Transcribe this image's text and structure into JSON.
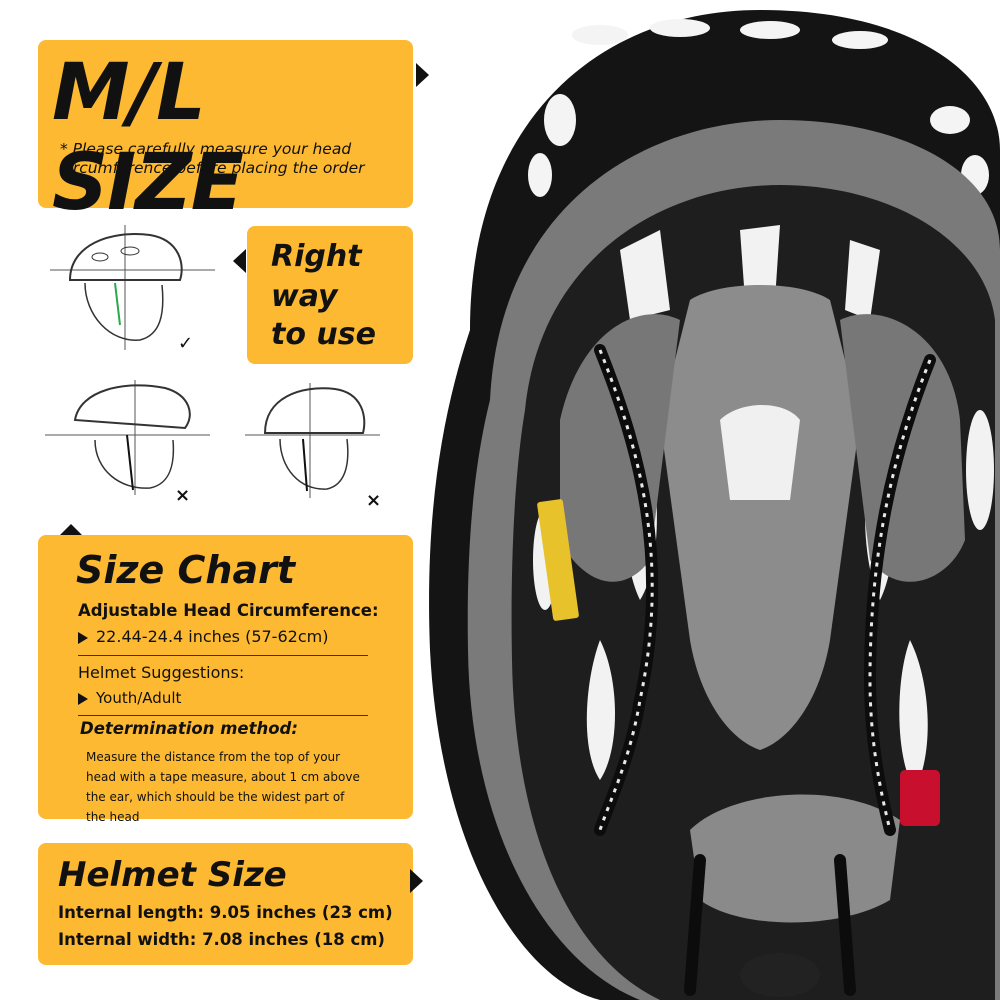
{
  "size_panel": {
    "title": "M/L SIZE",
    "note": "* Please carefully measure your head circumference before placing the order"
  },
  "usage_panel": {
    "title_line1": "Right",
    "title_line2": "way",
    "title_line3": "to use",
    "correct_mark": "✓",
    "wrong_mark_1": "×",
    "wrong_mark_2": "×"
  },
  "size_chart": {
    "title": "Size Chart",
    "circumference_label": "Adjustable Head Circumference:",
    "circumference_value": "22.44-24.4 inches (57-62cm)",
    "suggestion_label": "Helmet Suggestions:",
    "suggestion_value": "Youth/Adult",
    "method_label": "Determination method:",
    "method_text": "Measure the distance from the top of your head with a tape measure, about 1 cm above the ear, which should be the widest part of the head"
  },
  "helmet_size": {
    "title": "Helmet Size",
    "length": "Internal length: 9.05 inches (23 cm)",
    "width": "Internal width: 7.08 inches (18 cm)"
  },
  "colors": {
    "panel": "#fdb932",
    "text": "#111111",
    "shell": "#121212",
    "liner": "#6e6e6e",
    "padding": "#8a8a8a",
    "strap_accent": "#c8102e"
  },
  "icons": [
    "check-icon",
    "cross-icon",
    "play-triangle-icon",
    "helmet-photo"
  ]
}
